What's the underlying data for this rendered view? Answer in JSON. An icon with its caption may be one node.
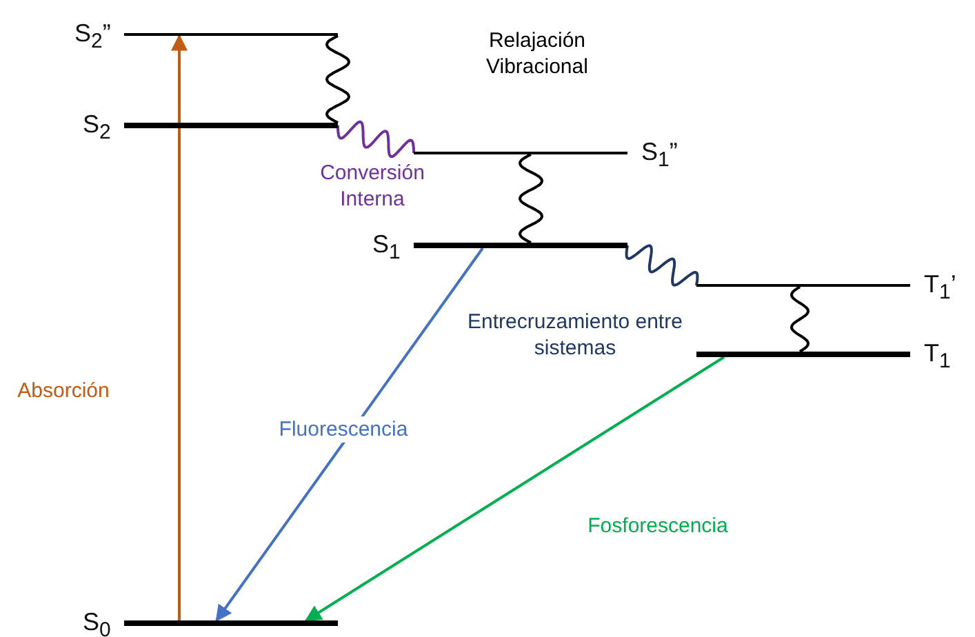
{
  "diagram": {
    "nodes": [
      {
        "text": [],
        "shape": "bar",
        "beside": [
          "S$_{2}$”"
        ]
      },
      {
        "text": [],
        "shape": "bar",
        "beside": [
          "S$_{2}$"
        ]
      },
      {
        "text": [],
        "shape": "bar",
        "beside": [
          "S$_{1}$”"
        ]
      },
      {
        "text": [],
        "shape": "bar",
        "beside": [
          "S$_{1}$"
        ]
      },
      {
        "text": [],
        "shape": "bar",
        "beside": [
          "T$_{1}$’"
        ]
      },
      {
        "text": [],
        "shape": "bar",
        "beside": [
          "T$_{1}$"
        ]
      },
      {
        "text": [],
        "shape": "bar",
        "beside": [
          "S$_{0}$"
        ]
      }
    ],
    "edges": [
      {
        "from": 6,
        "to": 0,
        "arrow": "to",
        "label": "Absorción",
        "color": "#c55a11"
      },
      {
        "from": 0,
        "to": 1,
        "arrow": "none"
      },
      {
        "from": 1,
        "to": 2,
        "arrow": "none",
        "label": "Conversión Interna",
        "color": "#7030a0"
      },
      {
        "from": 2,
        "to": 3,
        "arrow": "none",
        "label": "Relajación Vibracional"
      },
      {
        "from": 3,
        "to": 6,
        "arrow": "to",
        "label": "Fluorescencia",
        "color": "#4472c4"
      },
      {
        "from": 3,
        "to": 4,
        "arrow": "none",
        "label": "Entrecruzamiento entre sistemas",
        "color": "#1f3864"
      },
      {
        "from": 4,
        "to": 5,
        "arrow": "none"
      },
      {
        "from": 5,
        "to": 6,
        "arrow": "to",
        "label": "Fosforescencia",
        "color": "#00b050"
      }
    ]
  }
}
